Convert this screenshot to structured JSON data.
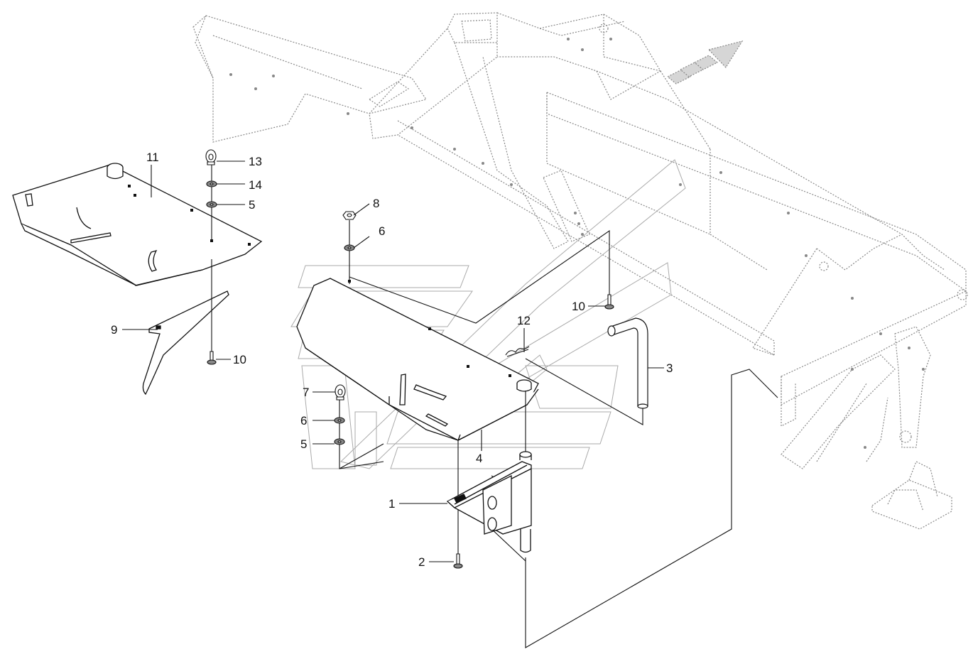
{
  "diagram": {
    "colors": {
      "line": "#111111",
      "frame": "#888888",
      "ghost": "#aaaaaa",
      "background": "#ffffff"
    },
    "callouts": [
      {
        "id": "c11",
        "label": "11"
      },
      {
        "id": "c13",
        "label": "13"
      },
      {
        "id": "c14",
        "label": "14"
      },
      {
        "id": "c5a",
        "label": "5"
      },
      {
        "id": "c9",
        "label": "9"
      },
      {
        "id": "c10a",
        "label": "10"
      },
      {
        "id": "c8",
        "label": "8"
      },
      {
        "id": "c6a",
        "label": "6"
      },
      {
        "id": "c10b",
        "label": "10"
      },
      {
        "id": "c12",
        "label": "12"
      },
      {
        "id": "c3",
        "label": "3"
      },
      {
        "id": "c7",
        "label": "7"
      },
      {
        "id": "c6b",
        "label": "6"
      },
      {
        "id": "c5b",
        "label": "5"
      },
      {
        "id": "c4",
        "label": "4"
      },
      {
        "id": "c1",
        "label": "1"
      },
      {
        "id": "c2",
        "label": "2"
      }
    ]
  }
}
